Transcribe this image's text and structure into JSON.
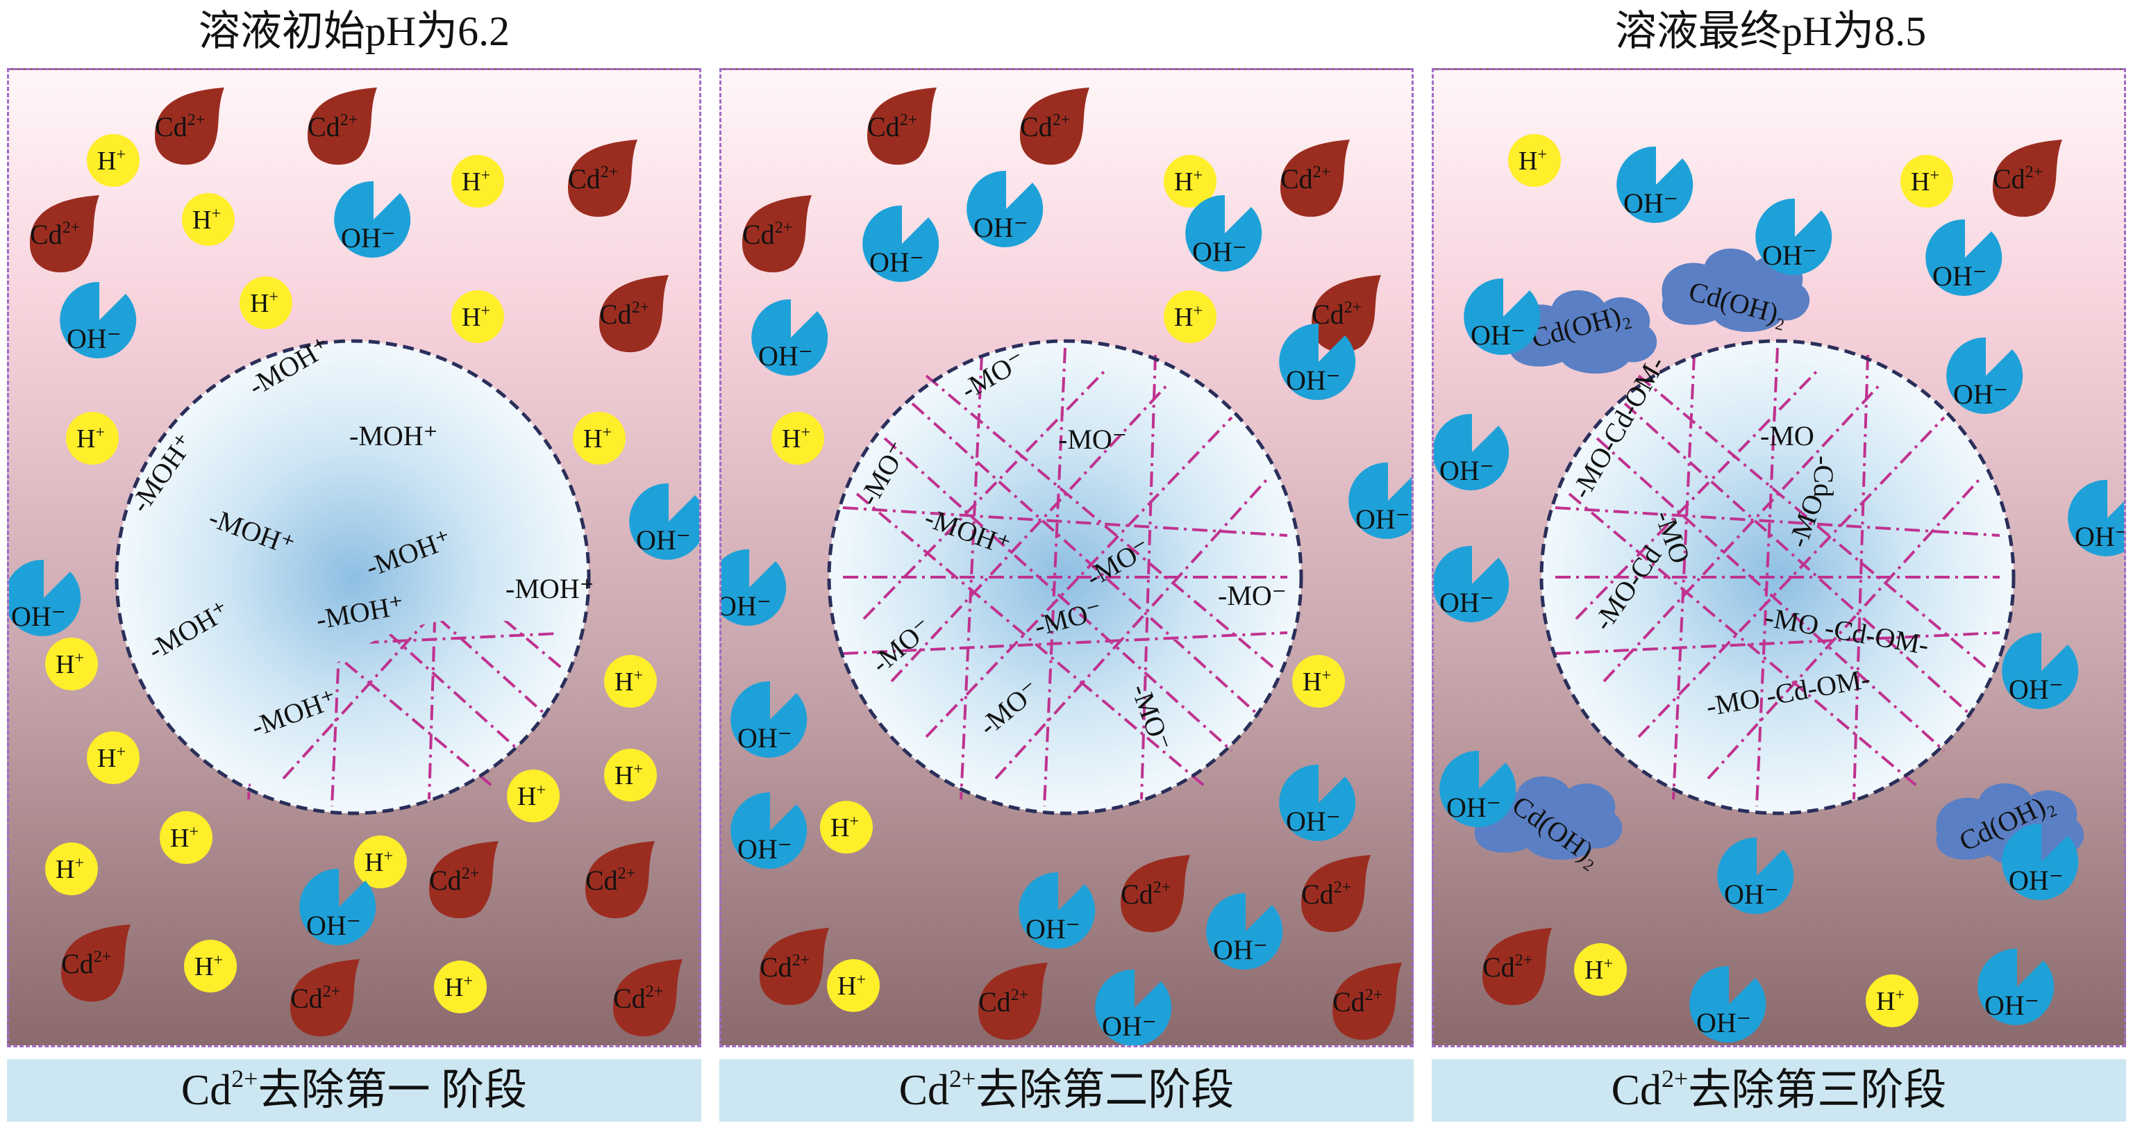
{
  "titles": {
    "left": "溶液初始pH为6.2",
    "right": "溶液最终pH为8.5"
  },
  "captions": {
    "stage1_prefix": "Cd",
    "stage1_sup": "2+",
    "stage1_rest": "去除第一 阶段",
    "stage2_prefix": "Cd",
    "stage2_sup": "2+",
    "stage2_rest": "去除第二阶段",
    "stage3_prefix": "Cd",
    "stage3_sup": "2+",
    "stage3_rest": "去除第三阶段"
  },
  "ions": {
    "h": "H",
    "h_sup": "+",
    "oh": "OH⁻",
    "cd": "Cd",
    "cd_sup": "2+",
    "cdoh2": "Cd(OH)₂"
  },
  "surface_groups": {
    "stage1": [
      "-MOH⁺",
      "-MOH⁺",
      "-MOH⁺",
      "-MOH⁺",
      "-MOH⁺",
      "-MOH⁺",
      "-MOH⁺",
      "-MOH⁺",
      "-MOH⁺"
    ],
    "stage2": [
      "-MO⁻",
      "-MO⁻",
      "-MO⁻",
      "-MOH⁺",
      "-MO⁻",
      "-MO⁻",
      "-MO⁻",
      "-MO⁻",
      "-MO⁻",
      "-MO⁻"
    ],
    "stage3": [
      "-MO-Cd-OM-",
      "-MO",
      "-Cd",
      "-MO",
      "-MO",
      "-MO-Cd",
      "-MO -Cd-OM-",
      "-MO -Cd-OM-"
    ]
  },
  "colors": {
    "cd_ion": "#9b2d20",
    "h_ion": "#ffee2a",
    "oh_ion": "#1ea1d8",
    "cdoh2": "#5a7fc4",
    "panel_border": "#a06cc8",
    "mesh": "#c0328f",
    "sphere_border": "#2a2f5a",
    "caption_bg": "#cde7f2"
  }
}
